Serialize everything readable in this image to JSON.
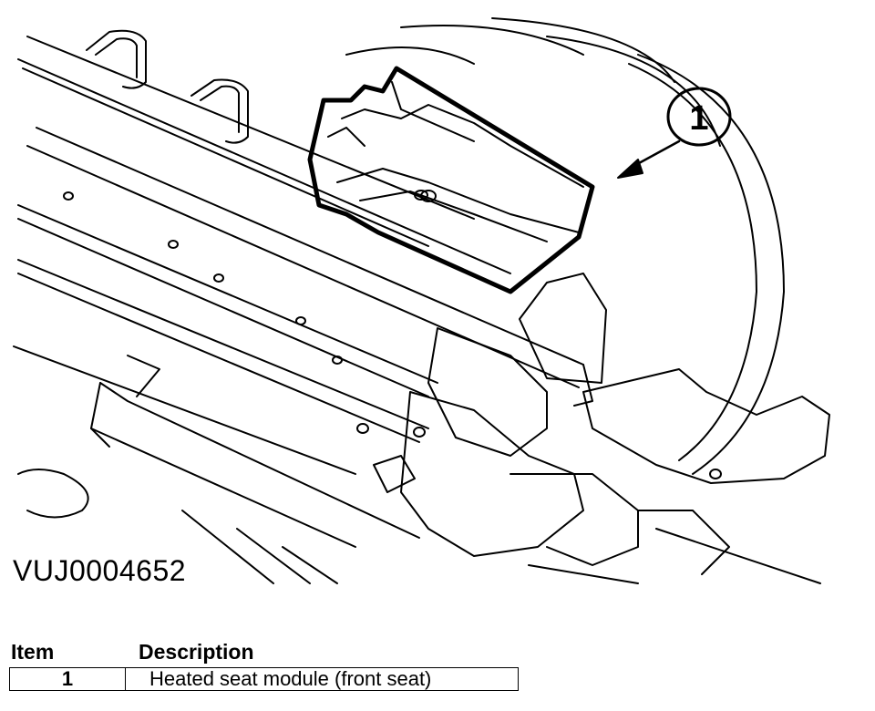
{
  "figure": {
    "code": "VUJ0004652",
    "callout_number": "1"
  },
  "legend": {
    "headers": {
      "item": "Item",
      "description": "Description"
    },
    "rows": [
      {
        "item": "1",
        "description": "Heated seat module (front seat)"
      }
    ]
  }
}
